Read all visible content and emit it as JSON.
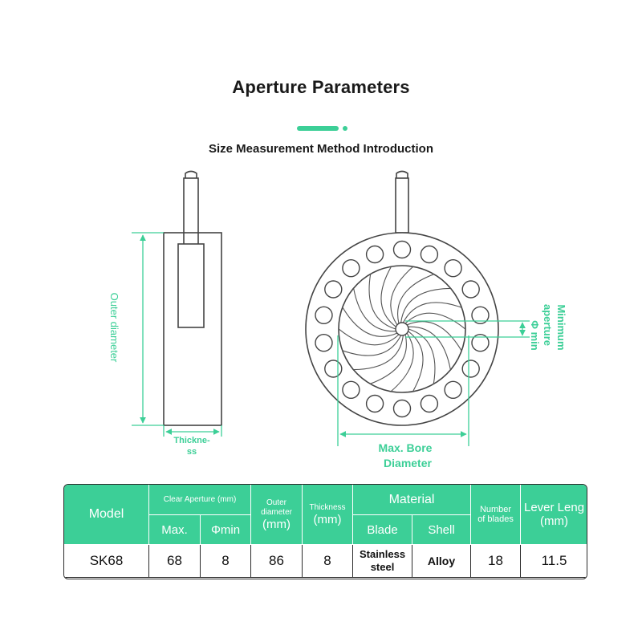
{
  "header": {
    "title": "Aperture Parameters",
    "subtitle": "Size Measurement Method Introduction"
  },
  "diagram_labels": {
    "outer_diameter": "Outer diameter",
    "thickness_line1": "Thickne-",
    "thickness_line2": "ss",
    "min_aperture_line1": "Minimum",
    "min_aperture_line2": "aperture",
    "min_aperture_symbol": "Φ min",
    "max_bore_line1": "Max. Bore",
    "max_bore_line2": "Diameter"
  },
  "table": {
    "headers": {
      "model": "Model",
      "clear_aperture": "Clear Aperture (mm)",
      "max": "Max.",
      "phi_min": "Φmin",
      "outer_diameter_line1": "Outer",
      "outer_diameter_line2": "diameter",
      "outer_unit": "(mm)",
      "thickness": "Thickness",
      "thickness_unit": "(mm)",
      "material": "Material",
      "blade": "Blade",
      "shell": "Shell",
      "blades_line1": "Number",
      "blades_line2": "of blades",
      "lever_length": "Lever Leng",
      "lever_unit": "(mm)"
    },
    "row": {
      "model": "SK68",
      "max": "68",
      "phi_min": "8",
      "outer_diameter": "86",
      "thickness": "8",
      "blade_line1": "Stainless",
      "blade_line2": "steel",
      "shell": "Alloy",
      "blades": "18",
      "lever_length": "11.5"
    }
  },
  "colors": {
    "accent": "#3ccf97",
    "line": "#444444"
  }
}
